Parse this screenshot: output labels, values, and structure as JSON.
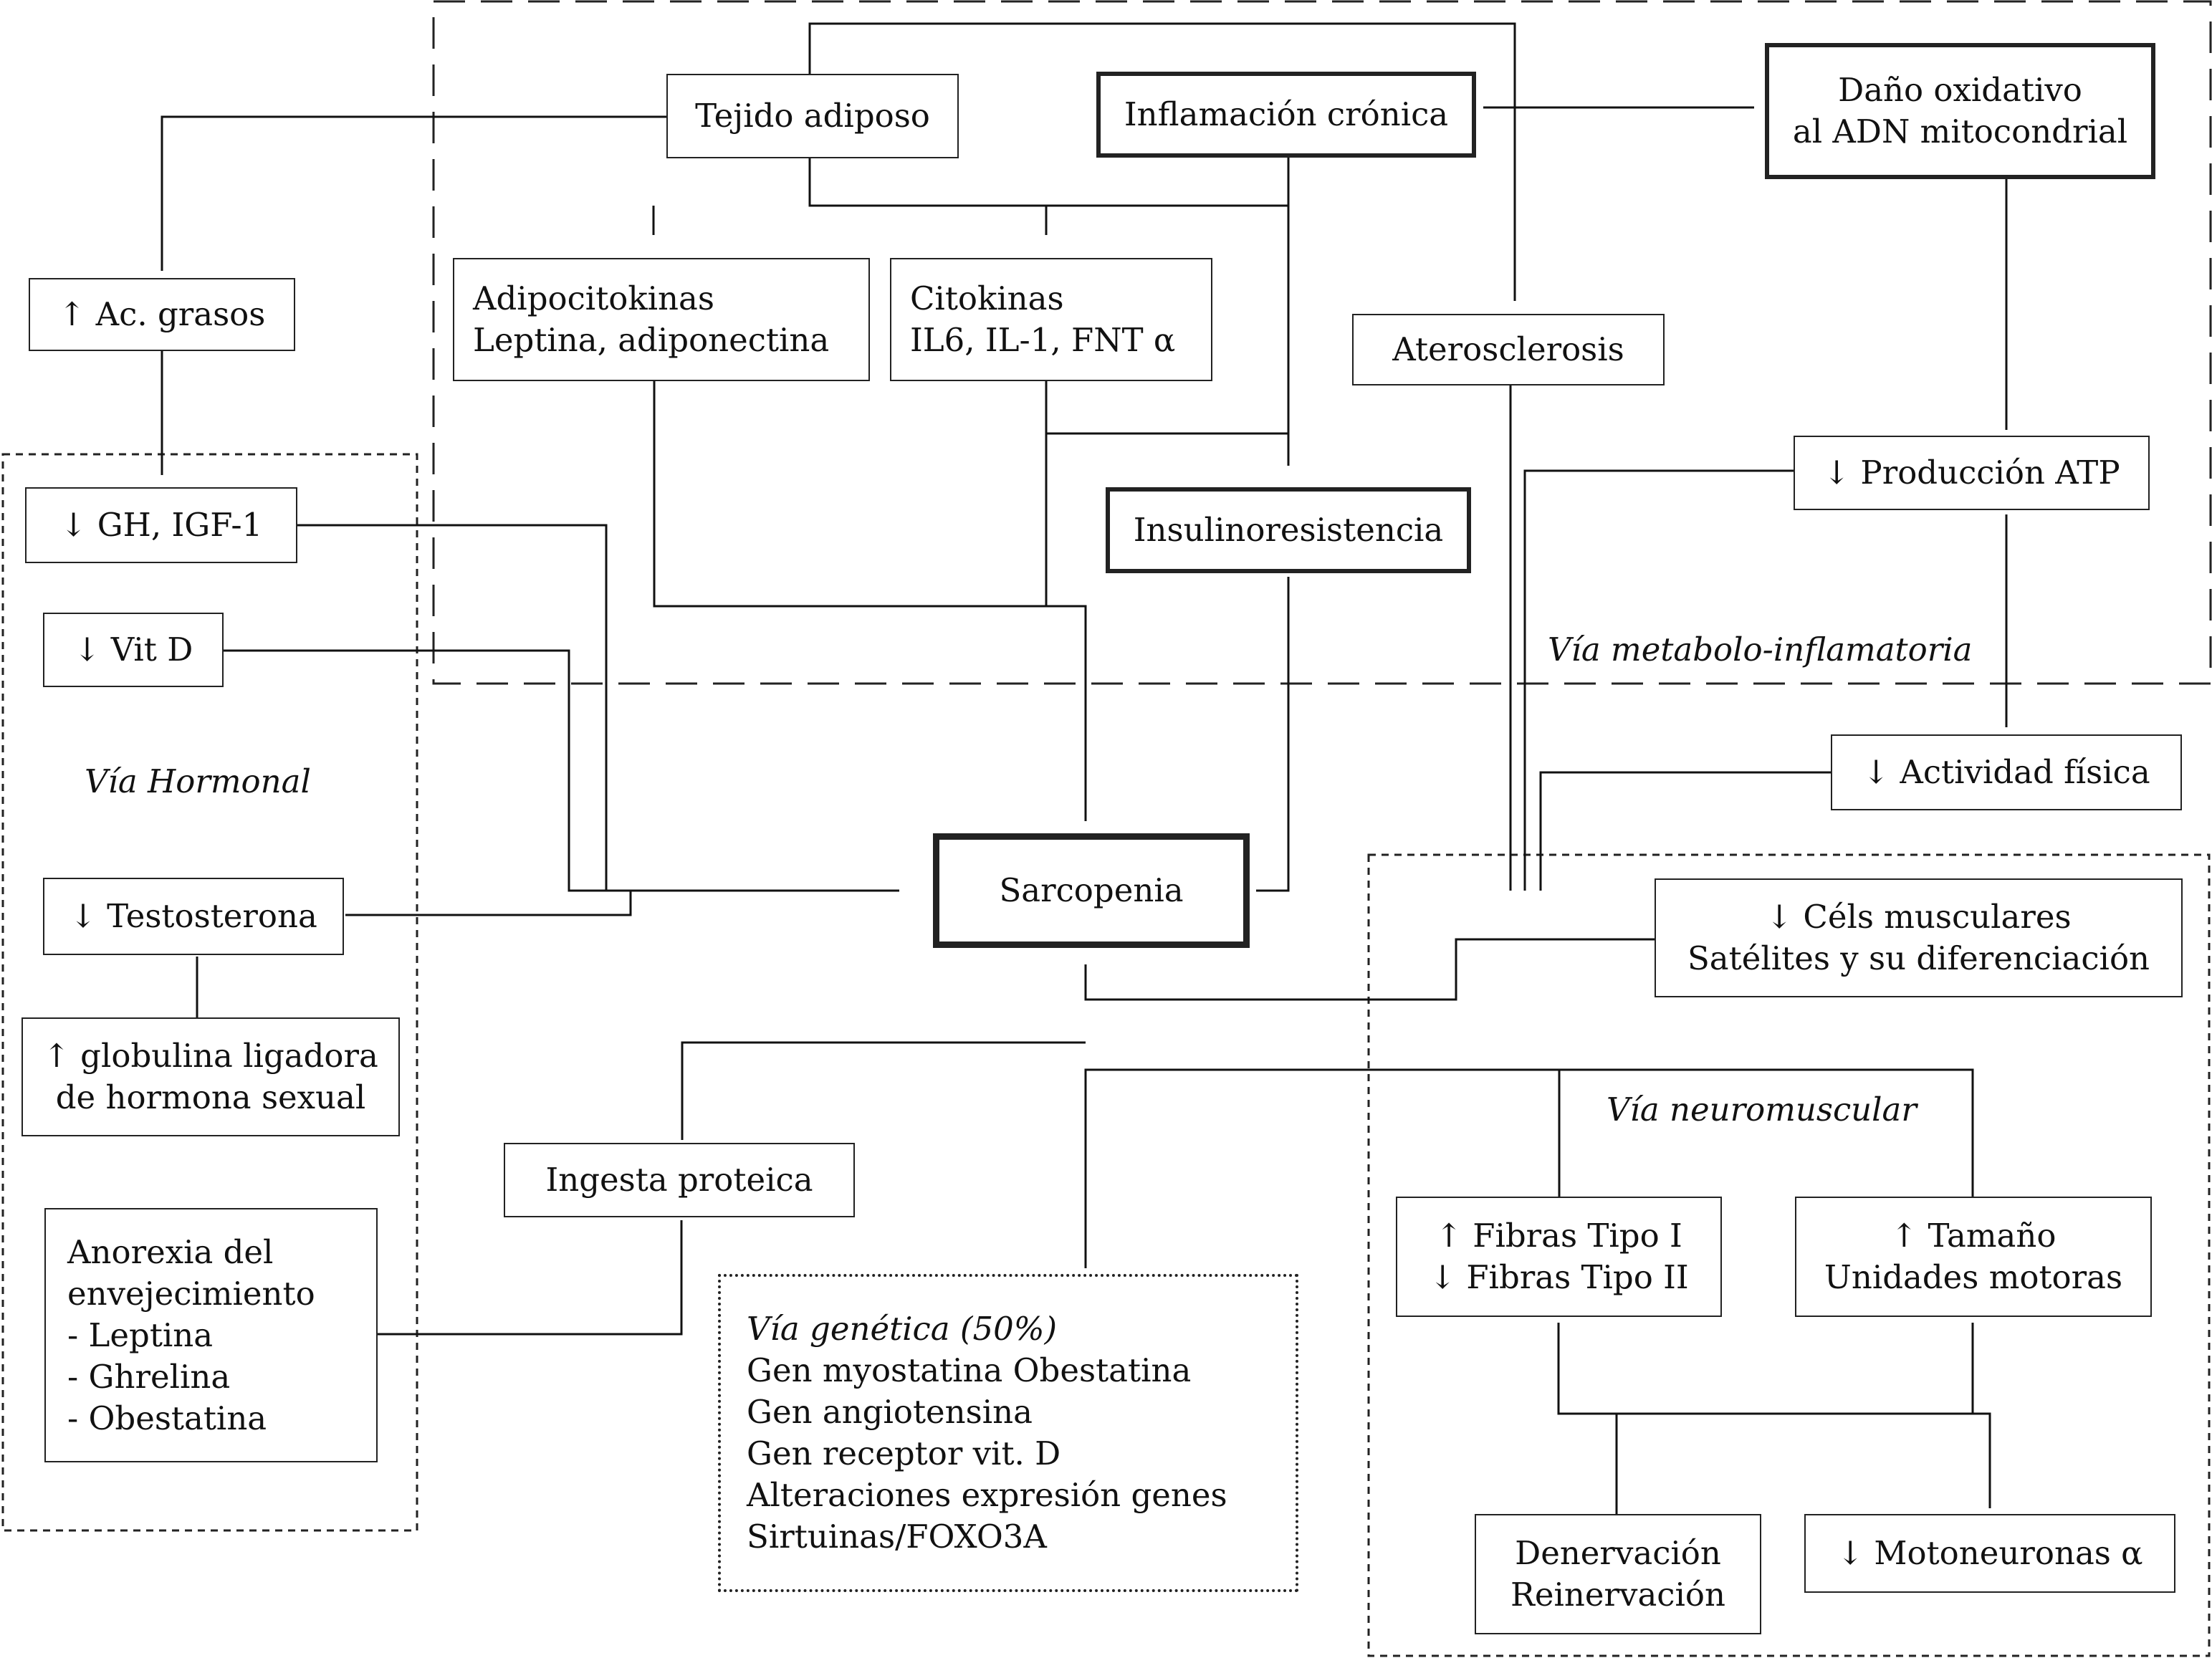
{
  "nodes": {
    "tejido_adiposo": "Tejido adiposo",
    "inflamacion_cronica": "Inflamación crónica",
    "dano_oxidativo": [
      "Daño oxidativo",
      "al ADN mitocondrial"
    ],
    "ac_grasos": "↑ Ac. grasos",
    "adipocitokinas": [
      "Adipocitokinas",
      "Leptina, adiponectina"
    ],
    "citokinas": [
      "Citokinas",
      "IL6, IL-1, FNT α"
    ],
    "aterosclerosis": "Aterosclerosis",
    "produccion_atp": "↓ Producción ATP",
    "gh_igf1": "↓ GH, IGF-1",
    "insulinoresistencia": "Insulinoresistencia",
    "vit_d": "↓ Vit D",
    "actividad_fisica": "↓ Actividad física",
    "sarcopenia": "Sarcopenia",
    "testosterona": "↓ Testosterona",
    "cels_musculares": [
      "↓ Céls musculares",
      "Satélites y su diferenciación"
    ],
    "globulina": [
      "↑ globulina ligadora",
      "de hormona sexual"
    ],
    "ingesta_proteica": "Ingesta proteica",
    "fibras": [
      "↑ Fibras Tipo I",
      "↓ Fibras Tipo II"
    ],
    "tamano_unidades": [
      "↑ Tamaño",
      "Unidades motoras"
    ],
    "anorexia": [
      "Anorexia del",
      "envejecimiento",
      "- Leptina",
      "- Ghrelina",
      "- Obestatina"
    ],
    "genetica": {
      "title": "Vía genética (50%)",
      "lines": [
        "Gen myostatina Obestatina",
        "Gen angiotensina",
        "Gen receptor vit. D",
        "Alteraciones expresión genes",
        "Sirtuinas/FOXO3A"
      ]
    },
    "denervacion": [
      "Denervación",
      "Reinervación"
    ],
    "motoneuronas": "↓ Motoneuronas α"
  },
  "regions": {
    "metabolo": "Vía metabolo-inflamatoria",
    "hormonal": "Vía Hormonal",
    "neuromuscular": "Vía neuromuscular"
  }
}
